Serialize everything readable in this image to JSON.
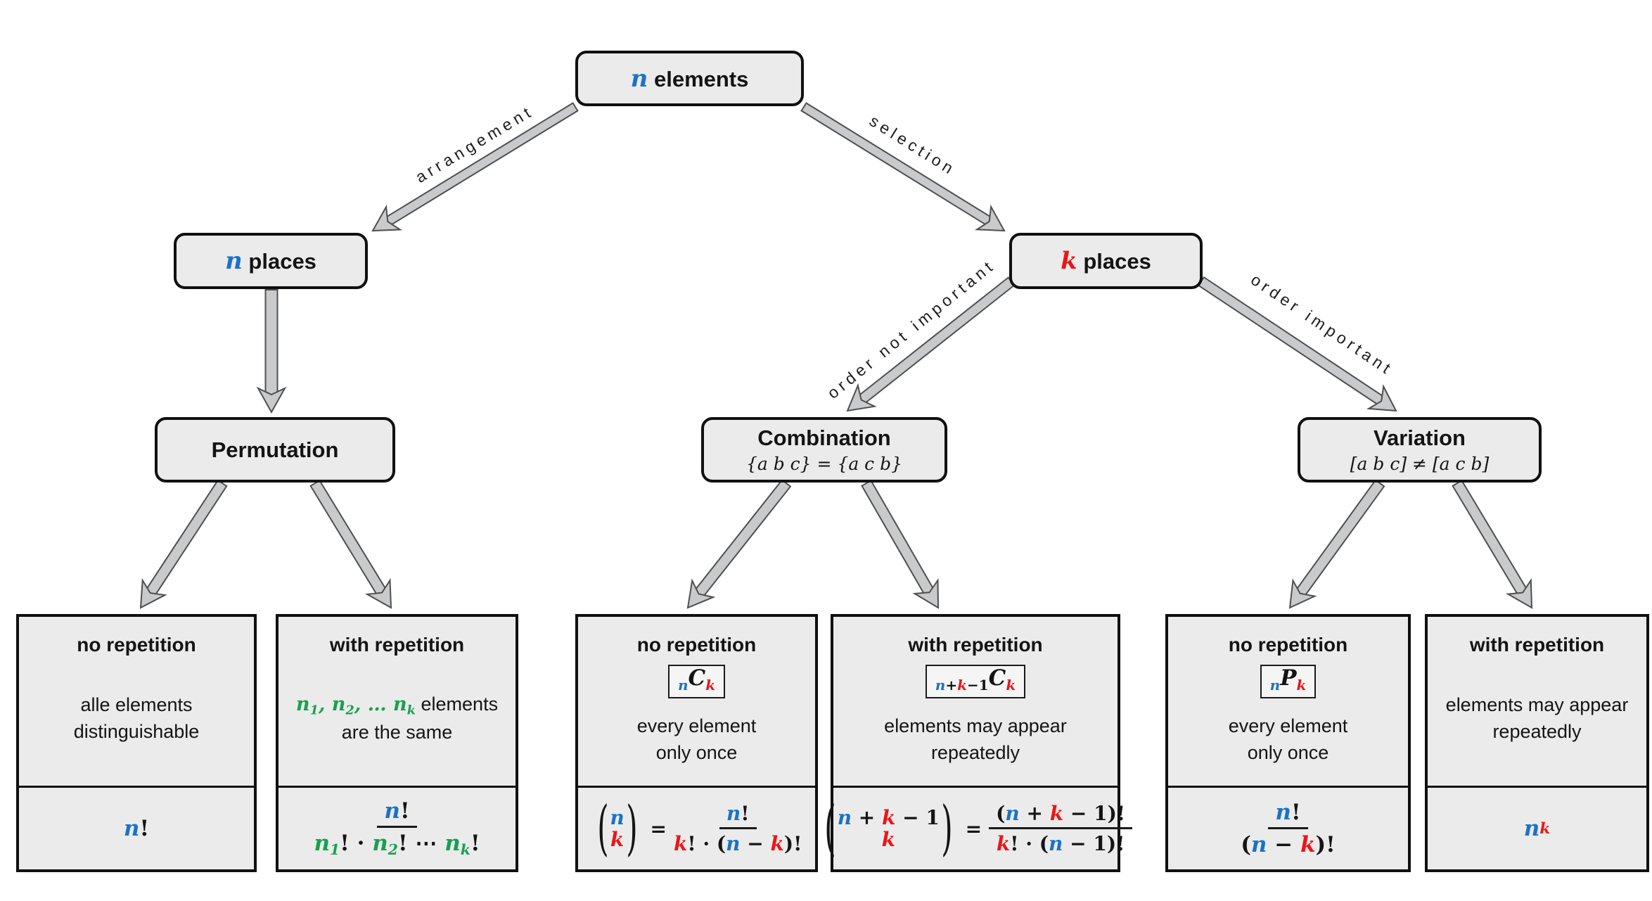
{
  "colors": {
    "var_n_blue": "#1a72c8",
    "var_k_red": "#ee1416",
    "var_seq_green": "#17a050",
    "node_fill": "#ebebeb",
    "arrow_fill": "#c9cacc"
  },
  "edges": {
    "arrangement": "arrangement",
    "selection": "selection",
    "order_not_important": "order not important",
    "order_important": "order important"
  },
  "nodes": {
    "root": {
      "var": "n",
      "label": " elements"
    },
    "n_places": {
      "var": "n",
      "label": " places"
    },
    "k_places": {
      "var": "k",
      "label": " places"
    },
    "permutation": {
      "title": "Permutation"
    },
    "combination": {
      "title": "Combination",
      "note": "{a b c} = {a c b}"
    },
    "variation": {
      "title": "Variation",
      "note": "[a b c] ≠ [a c b]"
    }
  },
  "cards": [
    {
      "title": "no repetition",
      "body1": "alle elements",
      "body2": "distinguishable",
      "formula": {
        "n": "n",
        "bang": "!"
      }
    },
    {
      "title": "with repetition",
      "body": {
        "n1": "n",
        "s1": "1",
        "c1": ", ",
        "n2": "n",
        "s2": "2",
        "c2": ", … ",
        "n3": "n",
        "s3": "k",
        "rest": " elements",
        "line2": "are the same"
      },
      "formula": {
        "num_n": "n",
        "num_b": "!",
        "d1": "n",
        "d1s": "1",
        "o1": "! · ",
        "d2": "n",
        "d2s": "2",
        "o2": "! ⋯ ",
        "d3": "n",
        "d3s": "k",
        "o3": "!"
      }
    },
    {
      "title": "no repetition",
      "tag": {
        "sub": "n",
        "op": "C",
        "k": "k"
      },
      "body1": "every element",
      "body2": "only once",
      "formula": {
        "top": "n",
        "bot": "k",
        "eq": "=",
        "num_n": "n",
        "num_b": "!",
        "k1": "k",
        "o1": "! · (",
        "n2": "n",
        "minus": " − ",
        "k2": "k",
        "o2": ")!"
      }
    },
    {
      "title": "with repetition",
      "tag": {
        "sub_n": "n",
        "sub_p": "+",
        "sub_k": "k",
        "sub_r": "−1",
        "op": "C",
        "k": "k"
      },
      "body1": "elements may appear",
      "body2": "repeatedly",
      "formula": {
        "t_n": "n",
        "t_p": " + ",
        "t_k": "k",
        "t_m": " − ",
        "t_1": "1",
        "bot": "k",
        "eq": "=",
        "nu_o": "(",
        "nu_n": "n",
        "nu_p": " + ",
        "nu_k": "k",
        "nu_m": " − ",
        "nu_1": "1",
        "nu_c": ")!",
        "de_k": "k",
        "de_o1": "! · (",
        "de_n": "n",
        "de_m": " − ",
        "de_1": "1",
        "de_c": ")!"
      }
    },
    {
      "title": "no repetition",
      "tag": {
        "sub": "n",
        "op": "P",
        "k": "k"
      },
      "body1": "every element",
      "body2": "only once",
      "formula": {
        "num_n": "n",
        "num_b": "!",
        "de_o": "(",
        "de_n": "n",
        "de_m": " − ",
        "de_k": "k",
        "de_c": ")!"
      }
    },
    {
      "title": "with repetition",
      "body1": "elements may appear",
      "body2": "repeatedly",
      "formula": {
        "n": "n",
        "k": "k"
      }
    }
  ]
}
